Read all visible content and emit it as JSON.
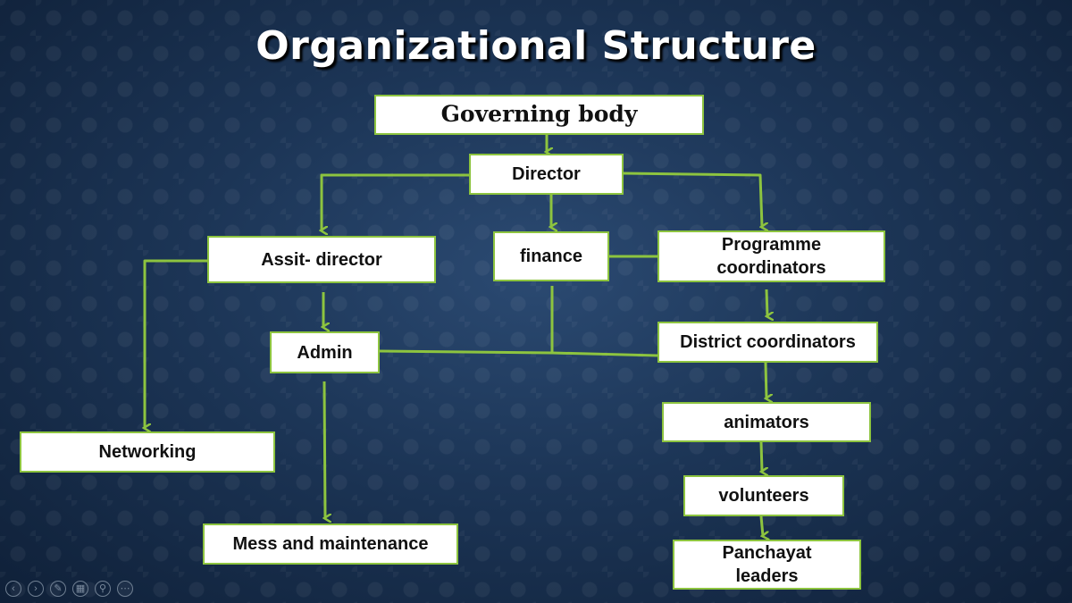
{
  "slide": {
    "title": "Organizational Structure"
  },
  "nodes": {
    "governing_body": "Governing body",
    "director": "Director",
    "assistant_director": "Assit- director",
    "finance": "finance",
    "programme_coordinators": "Programme coordinators",
    "admin": "Admin",
    "district_coordinators": "District coordinators",
    "networking": "Networking",
    "animators": "animators",
    "volunteers": "volunteers",
    "mess_and_maintenance": "Mess and maintenance",
    "panchayat_leaders": "Panchayat leaders"
  },
  "edges": [
    [
      "governing_body",
      "director"
    ],
    [
      "director",
      "assistant_director"
    ],
    [
      "director",
      "finance"
    ],
    [
      "director",
      "programme_coordinators"
    ],
    [
      "assistant_director",
      "admin"
    ],
    [
      "assistant_director",
      "networking"
    ],
    [
      "admin",
      "mess_and_maintenance"
    ],
    [
      "programme_coordinators",
      "district_coordinators"
    ],
    [
      "district_coordinators",
      "animators"
    ],
    [
      "animators",
      "volunteers"
    ],
    [
      "volunteers",
      "panchayat_leaders"
    ]
  ],
  "links": [
    [
      "finance",
      "programme_coordinators"
    ],
    [
      "admin",
      "district_coordinators"
    ],
    [
      "finance",
      "admin"
    ]
  ],
  "colors": {
    "connector": "#8dc43f",
    "box_fill": "#ffffff",
    "title": "#ffffff"
  },
  "nav_icons": [
    "prev-icon",
    "next-icon",
    "pen-icon",
    "slides-icon",
    "zoom-icon",
    "more-icon"
  ]
}
